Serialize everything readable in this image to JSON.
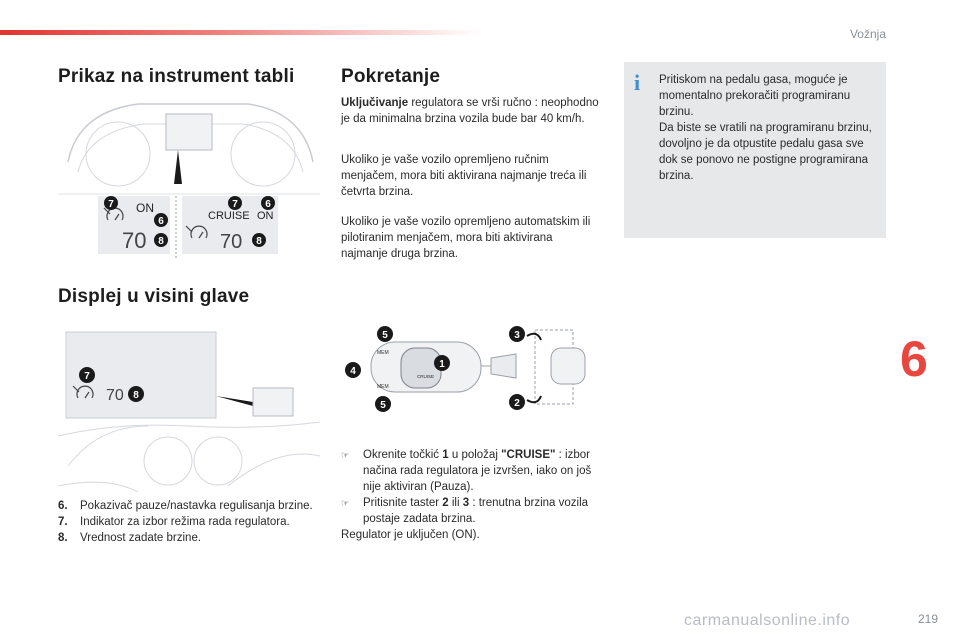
{
  "header": {
    "section": "Vožnja",
    "chapter": "6",
    "page": "219"
  },
  "left": {
    "title_instrument": "Prikaz na instrument tabli",
    "title_hud": "Displej u visini glave",
    "panel_left": {
      "on": "ON",
      "speed": "70",
      "b7": "7",
      "b6": "6",
      "b8": "8"
    },
    "panel_right": {
      "cruise": "CRUISE",
      "on": "ON",
      "speed": "70",
      "b7": "7",
      "b6": "6",
      "b8": "8"
    },
    "hud": {
      "speed": "70",
      "b7": "7",
      "b8": "8"
    },
    "legend": [
      {
        "num": "6.",
        "text": "Pokazivač pauze/nastavka regulisanja brzine."
      },
      {
        "num": "7.",
        "text": "Indikator za izbor režima rada regulatora."
      },
      {
        "num": "8.",
        "text": "Vrednost zadate brzine."
      }
    ]
  },
  "middle": {
    "title": "Pokretanje",
    "p1_bold": "Uključivanje",
    "p1_rest": " regulatora se vrši ručno : neophodno je da minimalna brzina vozila bude bar 40 km/h.",
    "p2": "Ukoliko je vaše vozilo opremljeno ručnim menjačem, mora biti aktivirana najmanje treća ili četvrta brzina.",
    "p3": "Ukoliko je vaše vozilo opremljeno automatskim ili pilotiranim menjačem, mora biti aktivirana najmanje druga brzina.",
    "stalk": {
      "b1": "1",
      "b2": "2",
      "b3": "3",
      "b4": "4",
      "b5a": "5",
      "b5b": "5",
      "mem": "MEM",
      "cruise": "CRUISE"
    },
    "step1": {
      "a": "Okrenite točkić ",
      "b1": "1",
      "c": " u položaj ",
      "b2": "\"CRUISE\"",
      "d": " : izbor načina rada regulatora je izvršen, iako on još nije aktiviran (Pauza)."
    },
    "step2": {
      "a": "Pritisnite taster ",
      "b1": "2",
      "c": " ili ",
      "b2": "3",
      "d": " : trenutna brzina vozila postaje zadata brzina."
    },
    "final": "Regulator je uključen (ON)."
  },
  "info": {
    "icon": "i",
    "text1": "Pritiskom na pedalu gasa, moguće je momentalno prekoračiti programiranu brzinu.",
    "text2": "Da biste se vratili na programiranu brzinu, dovoljno je da otpustite pedalu gasa sve dok se ponovo ne postigne programirana brzina."
  },
  "watermark": "carmanualsonline.info",
  "colors": {
    "accent": "#e8473f",
    "badge": "#1a1a1a",
    "info_bg": "#e7e8ea",
    "info_icon": "#3b8ed8"
  }
}
